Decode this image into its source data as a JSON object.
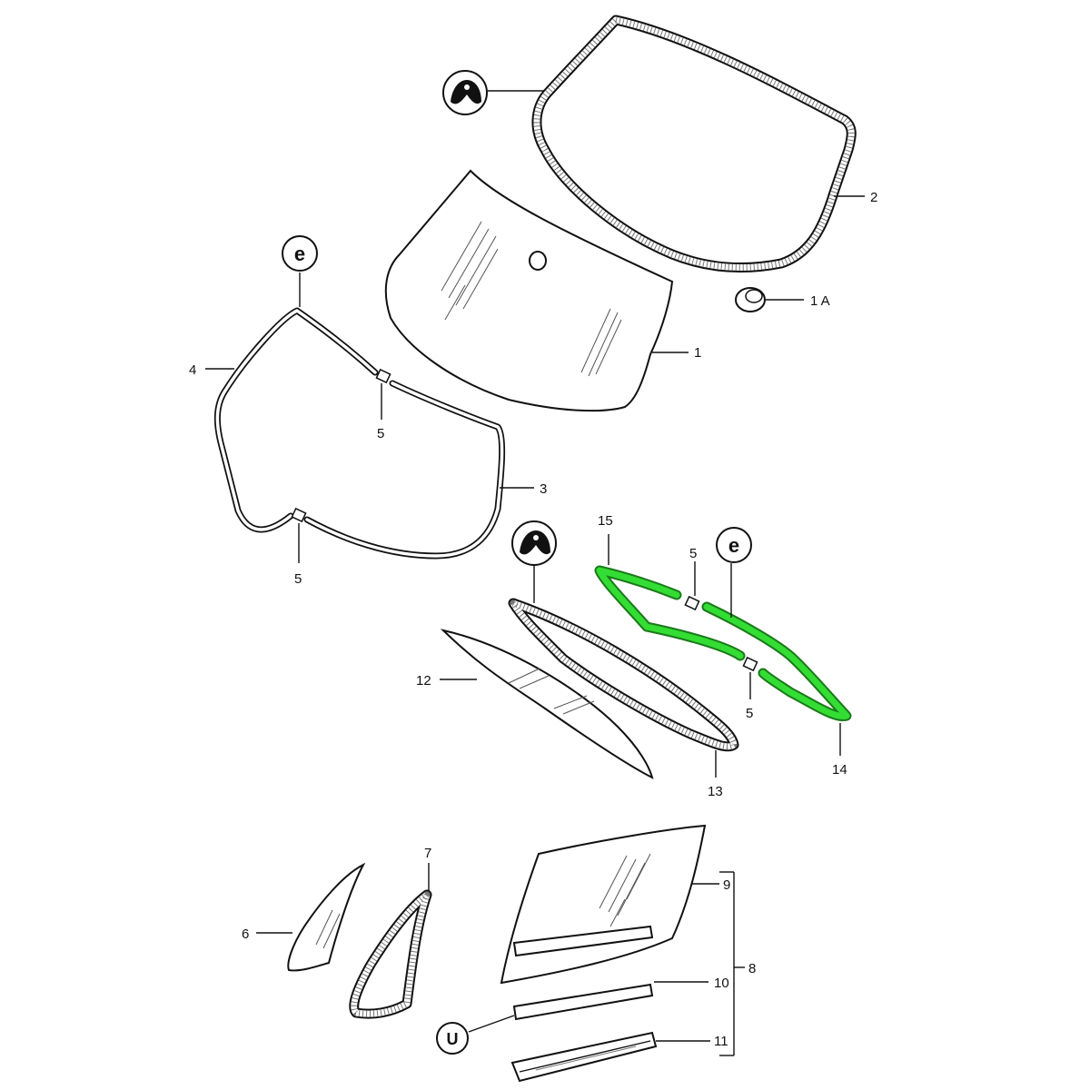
{
  "diagram": {
    "labels": {
      "l1": "1",
      "l1a": "1 A",
      "l2": "2",
      "l3": "3",
      "l4": "4",
      "l5a": "5",
      "l5b": "5",
      "l5c": "5",
      "l5d": "5",
      "l6": "6",
      "l7": "7",
      "l8": "8",
      "l9": "9",
      "l10": "10",
      "l11": "11",
      "l12": "12",
      "l13": "13",
      "l14": "14",
      "l15": "15"
    },
    "symbols": {
      "e_symbol": "e",
      "u_symbol": "U"
    },
    "colors": {
      "highlight": "#33dd33",
      "line": "#111111"
    },
    "highlighted_part": "14"
  }
}
